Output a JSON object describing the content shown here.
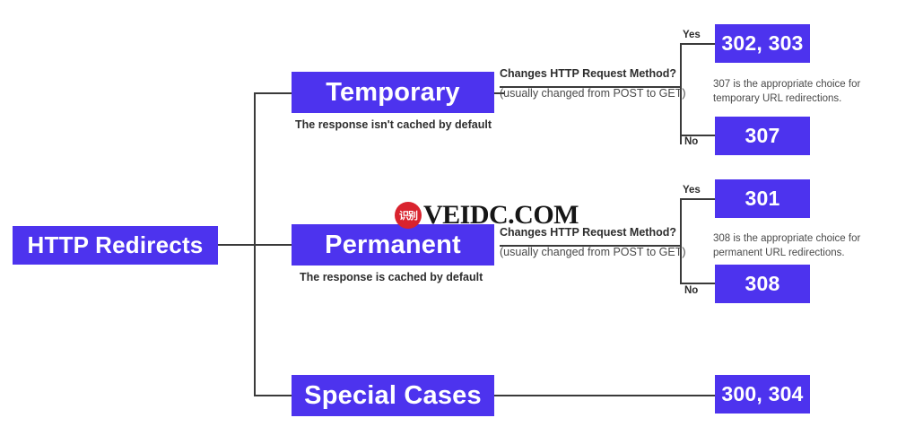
{
  "diagram": {
    "title": "HTTP Redirects",
    "background_color": "#ffffff",
    "node_color": "#4d33ee",
    "line_color": "#3a3a3a",
    "text_color": "#ffffff"
  },
  "root": {
    "label": "HTTP Redirects"
  },
  "branches": {
    "temporary": {
      "label": "Temporary",
      "caption": "The response isn't cached by default",
      "question": {
        "title": "Changes HTTP Request Method?",
        "subtitle": "(usually changed from POST to GET)"
      },
      "yes_label": "Yes",
      "no_label": "No",
      "yes_code": "302, 303",
      "no_code": "307",
      "note": "307 is the appropriate choice for temporary URL redirections."
    },
    "permanent": {
      "label": "Permanent",
      "caption": "The response is cached by default",
      "question": {
        "title": "Changes HTTP Request Method?",
        "subtitle": "(usually changed from POST to GET)"
      },
      "yes_label": "Yes",
      "no_label": "No",
      "yes_code": "301",
      "no_code": "308",
      "note": "308 is the appropriate choice for permanent URL redirections."
    },
    "special": {
      "label": "Special Cases",
      "code": "300, 304"
    }
  },
  "watermark": {
    "logo_text": "识别",
    "text": "VEIDC.COM",
    "logo_color": "#d9232e"
  }
}
